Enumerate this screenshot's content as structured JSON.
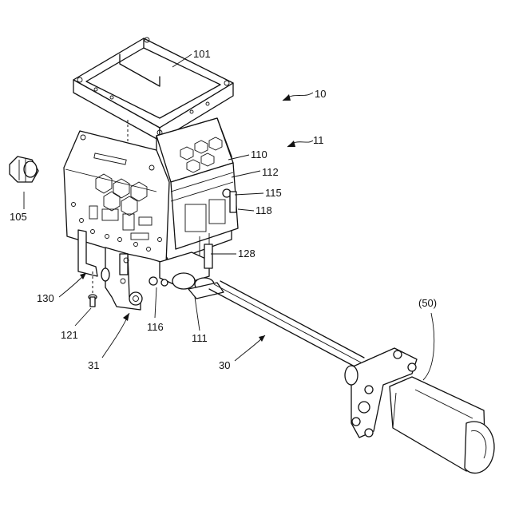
{
  "labels": {
    "l101": "101",
    "l10": "10",
    "l11": "11",
    "l110": "110",
    "l112": "112",
    "l115": "115",
    "l118": "118",
    "l105": "105",
    "l128": "128",
    "l130": "130",
    "l121": "121",
    "l116": "116",
    "l111": "111",
    "l31": "31",
    "l30": "30",
    "l50": "(50)"
  }
}
